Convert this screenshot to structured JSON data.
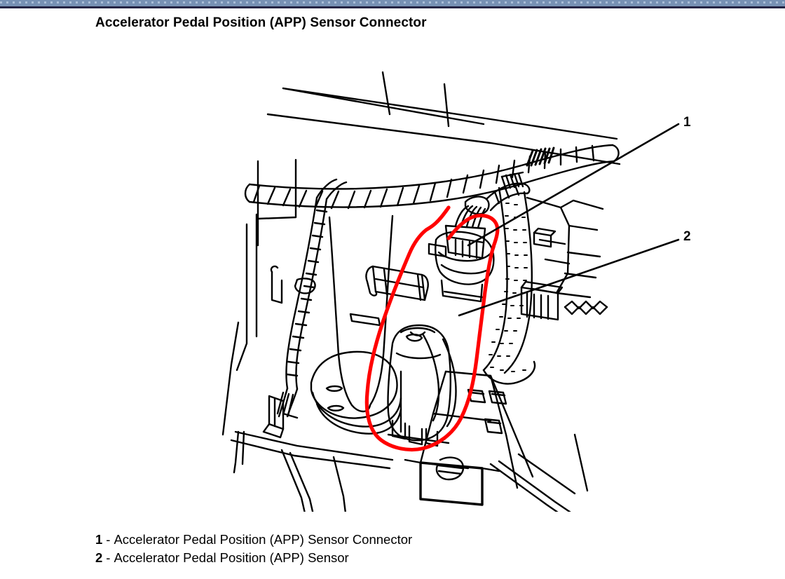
{
  "page": {
    "title": "Accelerator Pedal Position (APP) Sensor Connector",
    "background_color": "#ffffff"
  },
  "top_band": {
    "band_color": "#7791b4",
    "dot_color": "#a8bcd6",
    "rule_color": "#242444"
  },
  "figure": {
    "type": "line-art-technical-illustration",
    "subject": "Accelerator pedal assembly with APP sensor and wiring harness",
    "line_color": "#000000",
    "annotation_color": "#ff0000",
    "annotation_shape": "hand-drawn-red-oval-highlight",
    "callouts": [
      {
        "key": "1",
        "label": "1",
        "target": "APP sensor connector"
      },
      {
        "key": "2",
        "label": "2",
        "target": "APP sensor"
      }
    ]
  },
  "legend": {
    "separator": "-",
    "items": [
      {
        "key": "1",
        "text": "Accelerator Pedal Position (APP) Sensor Connector"
      },
      {
        "key": "2",
        "text": "Accelerator Pedal Position (APP) Sensor"
      }
    ]
  }
}
